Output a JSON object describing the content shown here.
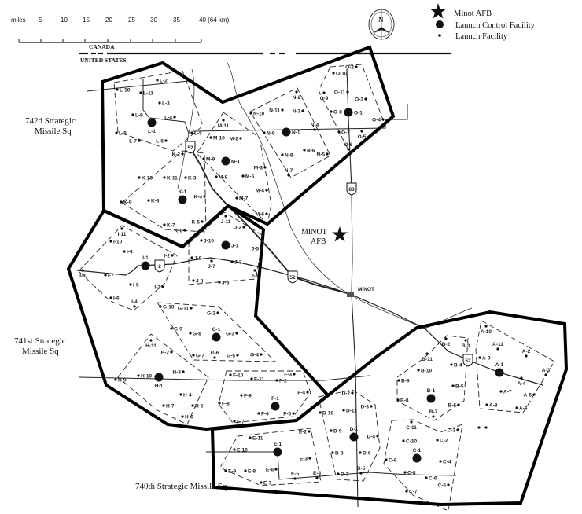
{
  "scale_bar": {
    "unit": "miles",
    "ticks": [
      "5",
      "10",
      "15",
      "20",
      "25",
      "30",
      "35",
      "40 (64 km)"
    ]
  },
  "compass": {
    "north_label": "N"
  },
  "legend": [
    {
      "icon": "star-icon",
      "label": "Minot AFB"
    },
    {
      "icon": "large-dot-icon",
      "label": "Launch Control Facility"
    },
    {
      "icon": "small-dot-icon",
      "label": "Launch Facility"
    }
  ],
  "border": {
    "north": "CANADA",
    "south": "UNITED STATES"
  },
  "places": {
    "base_line1": "MINOT",
    "base_line2": "AFB",
    "city": "MINOT"
  },
  "highways": [
    "52",
    "83",
    "2",
    "52",
    "52"
  ],
  "squadrons": [
    {
      "label_lines": [
        "742d Strategic",
        "Missile Sq"
      ],
      "flights": [
        {
          "lcf": "K-1",
          "lf": [
            "K-2",
            "K-3",
            "K-4",
            "K-5",
            "K-6",
            "K-7",
            "K-8",
            "K-9",
            "K-10",
            "K-11"
          ]
        },
        {
          "lcf": "L-1",
          "lf": [
            "L-2",
            "L-3",
            "L-4",
            "L-5",
            "L-6",
            "L-7",
            "L-8",
            "L-9",
            "L-10",
            "L-11"
          ]
        },
        {
          "lcf": "M-1",
          "lf": [
            "M-2",
            "M-3",
            "M-4",
            "M-5",
            "M-6",
            "M-7",
            "M-8",
            "M-9",
            "M-10",
            "M-11"
          ]
        },
        {
          "lcf": "N-1",
          "lf": [
            "N-2",
            "N-3",
            "N-4",
            "N-5",
            "N-6",
            "N-7",
            "N-8",
            "N-9",
            "N-10",
            "N-11"
          ]
        },
        {
          "lcf": "O-1",
          "lf": [
            "O-2",
            "O-3",
            "O-4",
            "O-5",
            "O-6",
            "O-7",
            "O-8",
            "O-9",
            "O-10",
            "O-11"
          ]
        }
      ]
    },
    {
      "label_lines": [
        "741st Strategic",
        "Missile Sq"
      ],
      "flights": [
        {
          "lcf": "F-1",
          "lf": [
            "F-2",
            "F-3",
            "F-4",
            "F-5",
            "F-6",
            "F-7",
            "F-8",
            "F-9",
            "F-10",
            "F-11"
          ]
        },
        {
          "lcf": "G-1",
          "lf": [
            "G-2",
            "G-3",
            "G-4",
            "G-5",
            "G-6",
            "G-7",
            "G-8",
            "G-9",
            "G-10",
            "G-11"
          ]
        },
        {
          "lcf": "H-1",
          "lf": [
            "H-2",
            "H-3",
            "H-4",
            "H-5",
            "H-6",
            "H-7",
            "H-9",
            "H-10",
            "H-11"
          ]
        },
        {
          "lcf": "I-1",
          "lf": [
            "I-2",
            "I-3",
            "I-4",
            "I-5",
            "I-6",
            "I-7",
            "I-8",
            "I-9",
            "I-10",
            "I-11"
          ]
        },
        {
          "lcf": "J-1",
          "lf": [
            "J-2",
            "J-3",
            "J-4",
            "J-5",
            "J-6",
            "J-7",
            "J-8",
            "J-9",
            "J-10",
            "J-11"
          ]
        }
      ]
    },
    {
      "label_lines": [
        "740th Strategic Missile Sq"
      ],
      "flights": [
        {
          "lcf": "A-1",
          "lf": [
            "A-2",
            "A-3",
            "A-4",
            "A-5",
            "A-6",
            "A-7",
            "A-8",
            "A-9",
            "A-10",
            "A-11"
          ]
        },
        {
          "lcf": "B-1",
          "lf": [
            "B-2",
            "B-3",
            "B-4",
            "B-5",
            "B-6",
            "B-7",
            "B-8",
            "B-9",
            "B-10",
            "B-11"
          ]
        },
        {
          "lcf": "C-1",
          "lf": [
            "C-2",
            "C-3",
            "C-4",
            "C-5",
            "C-6",
            "C-7",
            "C-8",
            "C-9",
            "C-10",
            "C-11"
          ]
        },
        {
          "lcf": "D-1",
          "lf": [
            "D-2",
            "D-3",
            "D-4",
            "D-5",
            "D-6",
            "D-7",
            "D-8",
            "D-9",
            "D-10",
            "D-11"
          ]
        },
        {
          "lcf": "E-1",
          "lf": [
            "E-2",
            "E-3",
            "E-4",
            "E-5",
            "E-6",
            "E-7",
            "E-8",
            "E-9",
            "E-10",
            "E-11"
          ]
        }
      ]
    }
  ],
  "colors": {
    "ink": "#111111",
    "background": "#ffffff"
  }
}
